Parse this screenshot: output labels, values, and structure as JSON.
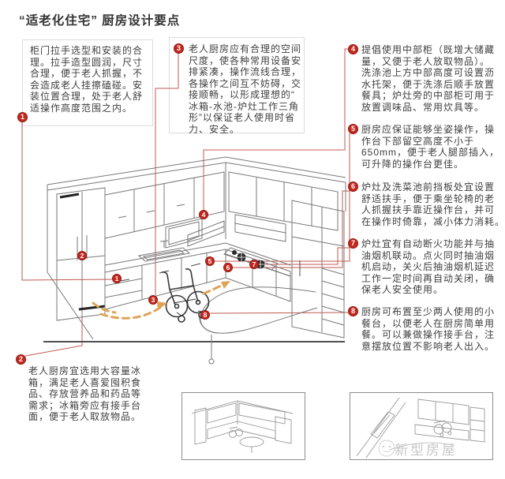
{
  "header": {
    "title": "“适老化住宅” 厨房设计要点"
  },
  "notes": [
    {
      "num": "1",
      "text": "柜门拉手选型和安装的合\n理。拉手造型圆润，尺寸\n合理，便于老人抓握，不\n会造成老人挂擦磕碰。安\n装位置合理，处于老人舒\n适操作高度范围之内。"
    },
    {
      "num": "2",
      "text": "老人厨房宜选用大容量冰\n箱，满足老人喜爱囤积食\n品、存放营养品和药品等\n需求；冰箱旁应有接手台\n面，便于老人取放物品。"
    },
    {
      "num": "3",
      "text": "老人厨房应有合理的空间\n尺度，使各种常用设备安\n排紧凑，操作流线合理，\n各操作之间互不妨碍，交\n接顺畅，以形成理想的“\n冰箱-水池-炉灶工作三角\n形”以保证老人使用时省\n力、安全。"
    },
    {
      "num": "4",
      "text": "提倡使用中部柜（既增大储藏\n量，又便于老人放取物品）。\n洗涤池上方中部高度可设置沥\n水托架，便于洗涤后顺手放置\n餐具；炉灶旁的中部柜可用于\n放置调味品、常用炊具等。"
    },
    {
      "num": "5",
      "text": "厨房应保证能够坐姿操作，操\n作台下部留空高度不小于\n650mm，便于老人腿部插入，\n可升降的操作台更佳。"
    },
    {
      "num": "6",
      "text": "炉灶及洗菜池前挡板处宜设置\n舒适扶手，便于乘坐轮椅的老\n人抓握扶手靠近操作台，并可\n在操作时倚靠，减小体力消耗。"
    },
    {
      "num": "7",
      "text": "炉灶宜有自动断火功能并与抽\n油烟机联动。点火同时抽油烟\n机启动，关火后抽油烟机延迟\n工作一定时间再自动关闭，确\n保老人安全使用。"
    },
    {
      "num": "8",
      "text": "厨房可布置至少两人使用的小\n餐台，以便老人在厨房简单用\n餐。可以兼做操作接手台，注\n意摆放位置不影响老人出入。"
    }
  ],
  "watermark": {
    "label": "新型房屋"
  },
  "colors": {
    "marker_red": "#c5271e",
    "leader_red": "#c05a50",
    "path_orange": "#e0a356",
    "line_gray": "#787878",
    "watermark_gray": "#c8c8c8"
  }
}
